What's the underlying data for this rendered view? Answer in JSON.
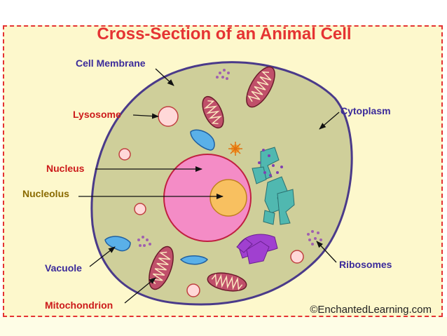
{
  "title": "Cross-Section of an Animal Cell",
  "labels": {
    "cell_membrane": "Cell Membrane",
    "lysosome": "Lysosome",
    "nucleus": "Nucleus",
    "nucleolus": "Nucleolus",
    "vacuole": "Vacuole",
    "mitochondrion": "Mitochondrion",
    "cytoplasm": "Cytoplasm",
    "ribosomes": "Ribosomes"
  },
  "copyright": "©EnchantedLearning.com",
  "colors": {
    "title": "#e53333",
    "frame_border": "#e53333",
    "background": "#fdf8cc",
    "cytoplasm": "#cfcf9a",
    "membrane": "#4a3a8a",
    "nucleus": "#f48cc6",
    "nucleolus": "#f8c060",
    "lysosome": "#ffd8d8",
    "vacuole": "#5ab0e8",
    "mitochondrion": "#c0506a",
    "er": "#50b8b0",
    "golgi": "#a040d0",
    "ribosome": "#a060b0"
  }
}
